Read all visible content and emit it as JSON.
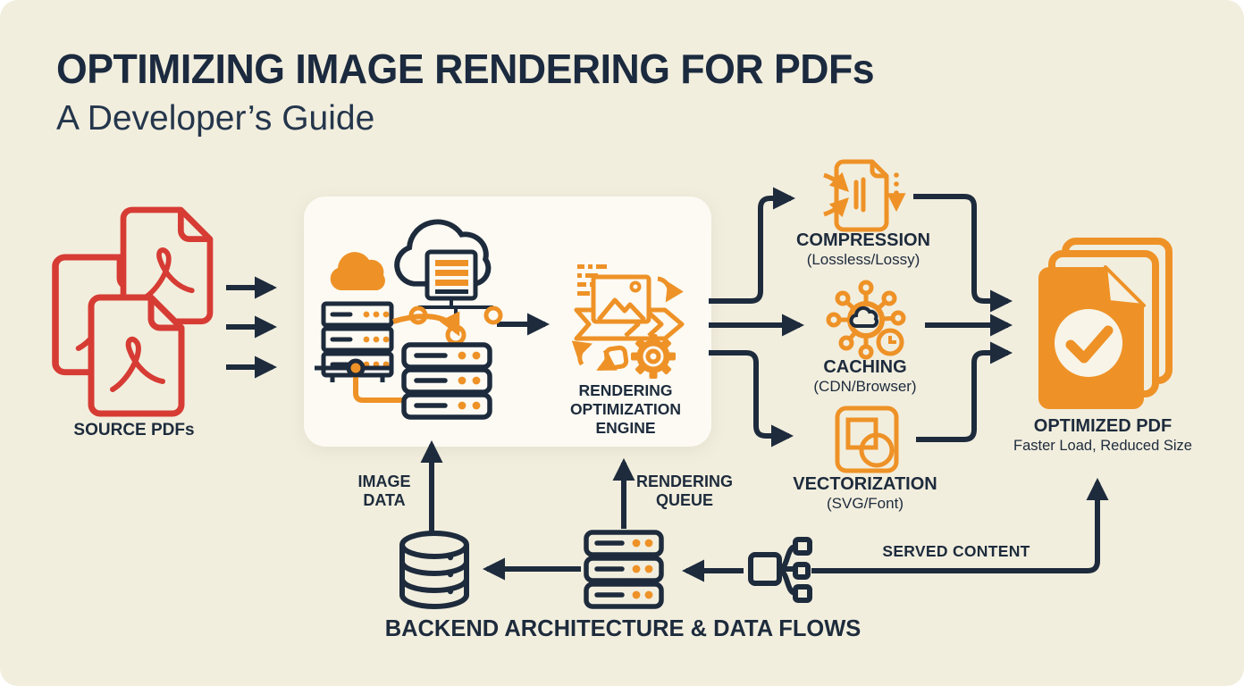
{
  "header": {
    "title": "OPTIMIZING IMAGE RENDERING FOR PDFs",
    "subtitle": "A Developer’s Guide"
  },
  "nodes": {
    "source_pdfs": {
      "label": "SOURCE PDFs"
    },
    "engine": {
      "label": "RENDERING\nOPTIMIZATION\nENGINE"
    },
    "compression": {
      "label": "COMPRESSION",
      "sublabel": "(Lossless/Lossy)"
    },
    "caching": {
      "label": "CACHING",
      "sublabel": "(CDN/Browser)"
    },
    "vectorization": {
      "label": "VECTORIZATION",
      "sublabel": "(SVG/Font)"
    },
    "optimized_pdf": {
      "label": "OPTIMIZED PDF",
      "sublabel": "Faster Load, Reduced Size"
    }
  },
  "flow_labels": {
    "image_data": "IMAGE\nDATA",
    "rendering_queue": "RENDERING\nQUEUE",
    "served_content": "SERVED CONTENT"
  },
  "footer": {
    "caption": "BACKEND ARCHITECTURE & DATA FLOWS"
  },
  "colors": {
    "background": "#f2eede",
    "panel": "#fcfaf3",
    "navy": "#1d2b3c",
    "orange": "#ee9227",
    "red": "#d63c34"
  }
}
